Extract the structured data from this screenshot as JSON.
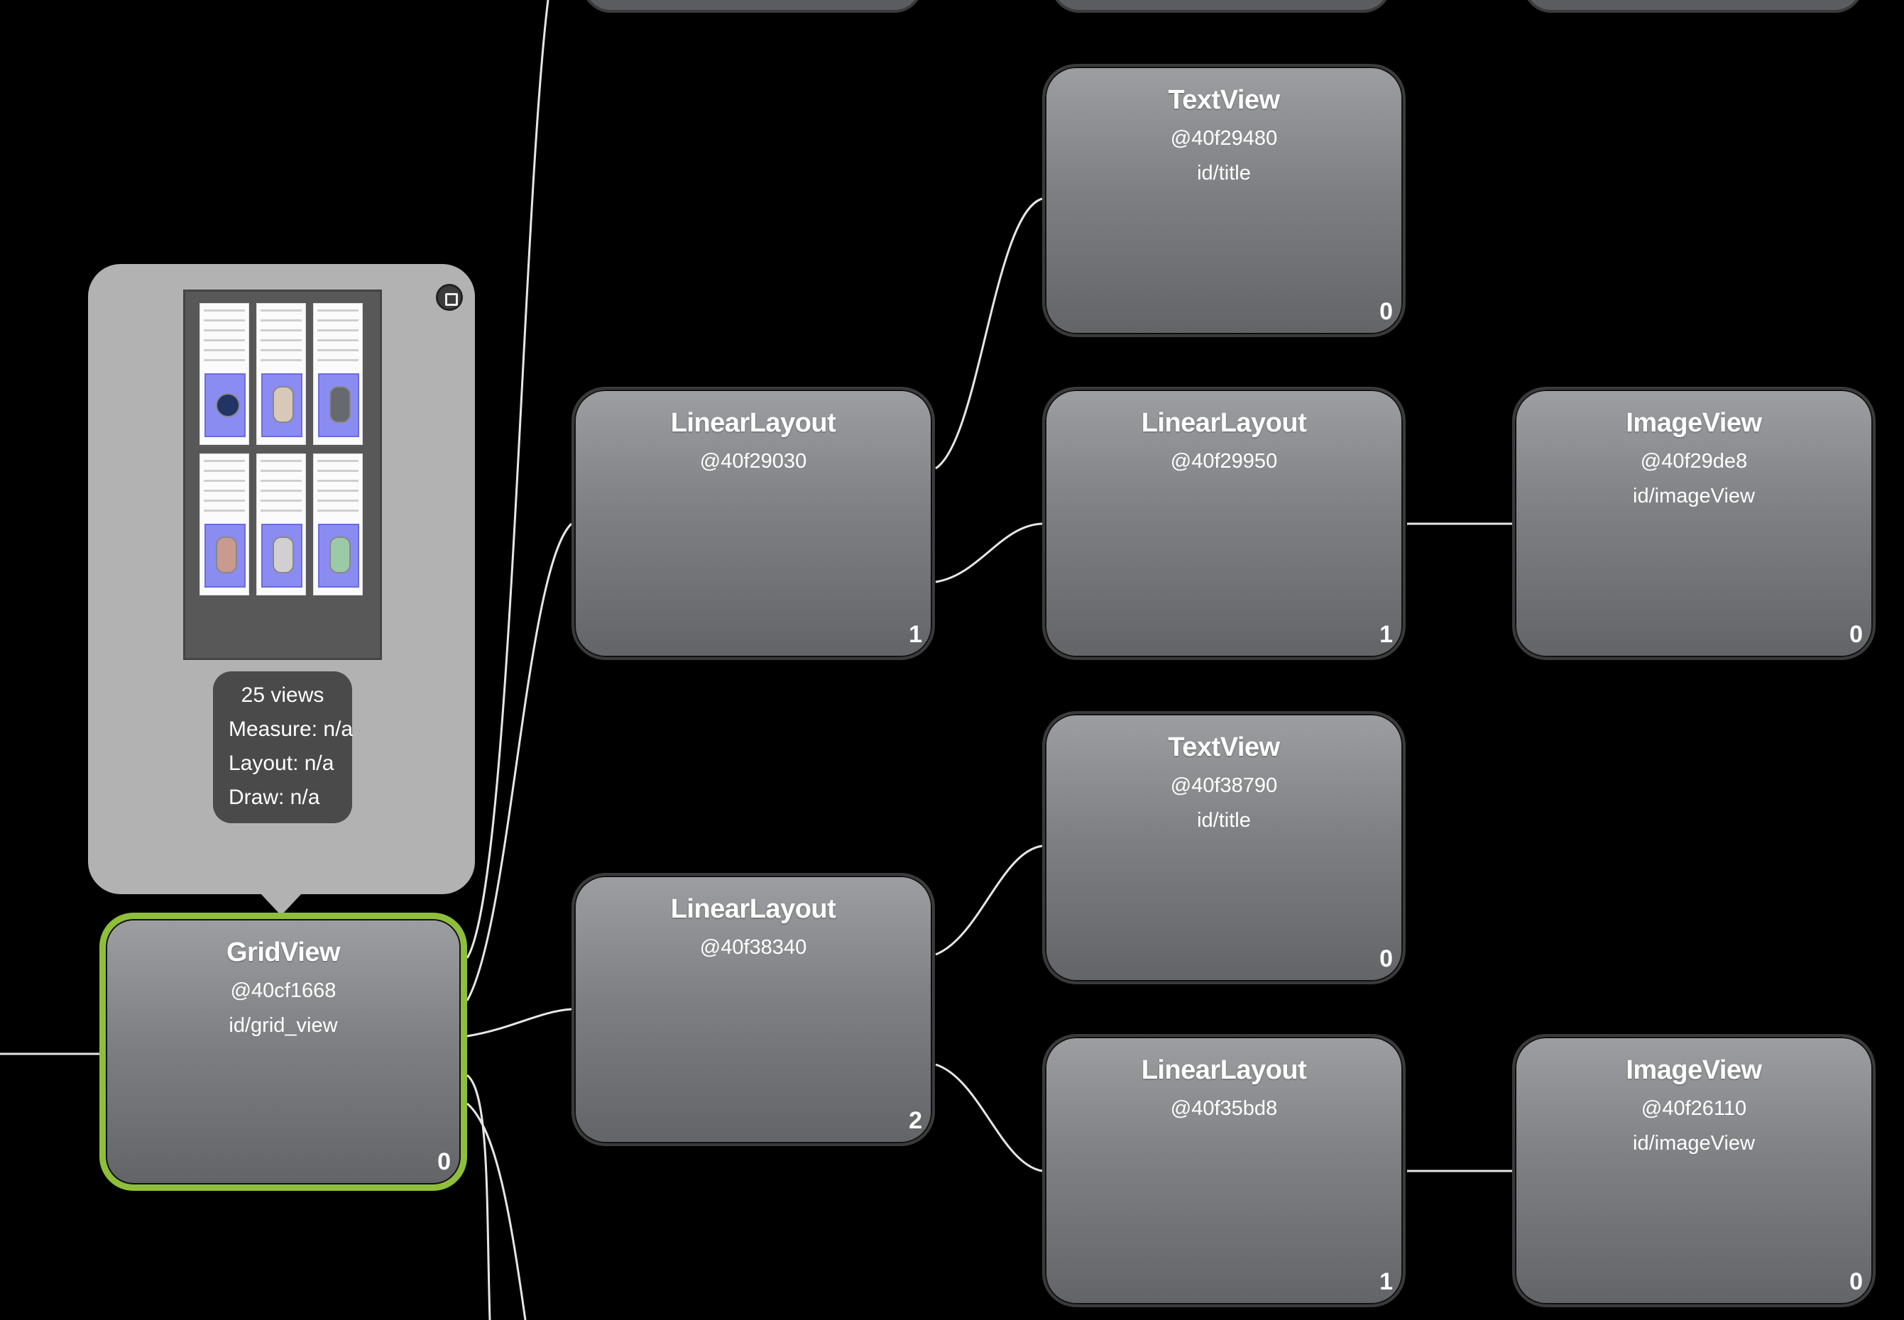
{
  "popup": {
    "stats": {
      "views": "25 views",
      "measure": "Measure: n/a",
      "layout": "Layout: n/a",
      "draw": "Draw: n/a"
    },
    "close_icon": "close-icon"
  },
  "nodes": {
    "gridview": {
      "type": "GridView",
      "address": "@40cf1668",
      "id": "id/grid_view",
      "count": "0"
    },
    "ll_29030": {
      "type": "LinearLayout",
      "address": "@40f29030",
      "count": "1"
    },
    "ll_38340": {
      "type": "LinearLayout",
      "address": "@40f38340",
      "count": "2"
    },
    "tv_29480": {
      "type": "TextView",
      "address": "@40f29480",
      "id": "id/title",
      "count": "0"
    },
    "ll_29950": {
      "type": "LinearLayout",
      "address": "@40f29950",
      "count": "1"
    },
    "tv_38790": {
      "type": "TextView",
      "address": "@40f38790",
      "id": "id/title",
      "count": "0"
    },
    "ll_35bd8": {
      "type": "LinearLayout",
      "address": "@40f35bd8",
      "count": "1"
    },
    "iv_29de8": {
      "type": "ImageView",
      "address": "@40f29de8",
      "id": "id/imageView",
      "count": "0"
    },
    "iv_26110": {
      "type": "ImageView",
      "address": "@40f26110",
      "id": "id/imageView",
      "count": "0"
    }
  },
  "colors": {
    "background": "#000000",
    "selected_border": "#8fbf3a",
    "node_top": "#9c9ea1",
    "node_bottom": "#626468",
    "connector": "#e6e6e6"
  }
}
